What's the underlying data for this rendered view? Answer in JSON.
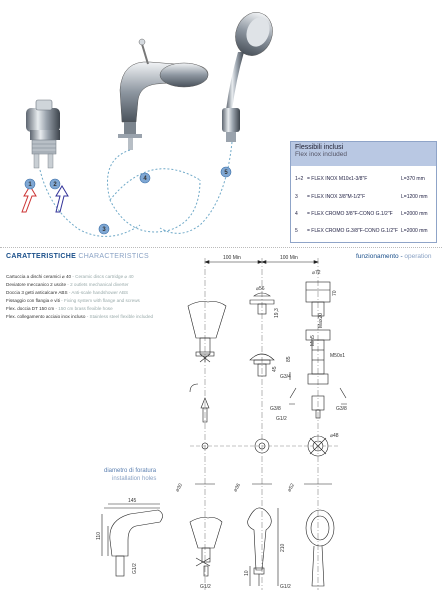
{
  "flex": {
    "title": "Flessibili inclusi",
    "subtitle": "Flex inox included",
    "rows": [
      {
        "n": "1÷2",
        "desc": "= FLEX INOX M10x1-3/8\"F",
        "len": "L=370 mm"
      },
      {
        "n": "3",
        "desc": "= FLEX INOX 3/8\"M-1/2\"F",
        "len": "L=1200 mm"
      },
      {
        "n": "4",
        "desc": "= FLEX CROMO 3/8\"F-CONO G.1/2\"F",
        "len": "L=2000 mm"
      },
      {
        "n": "5",
        "desc": "= FLEX CROMO G.3/8\"F-CONO G.1/2\"F",
        "len": "L=2000 mm"
      }
    ]
  },
  "callouts": [
    "1",
    "2",
    "3",
    "4",
    "5"
  ],
  "features": {
    "title": "CARATTERISTICHE",
    "title_en": "CHARACTERISTICS",
    "items": [
      {
        "it": "Cartuccia a dischi ceramici ⌀ 40",
        "en": "- Ceramic discs cartridge ⌀ 40"
      },
      {
        "it": "Deviatore meccanico 2 uscite",
        "en": "- 2 outlets mechanical diverter"
      },
      {
        "it": "Doccia 3 getti anticalcare ABS",
        "en": "- Anti-scale handshower ABS"
      },
      {
        "it": "Fissaggio con flangia e viti",
        "en": "- Fixing system with flange and screws"
      },
      {
        "it": "Flex. doccia DT 150 cm",
        "en": "- 150 cm brass flexible hose"
      },
      {
        "it": "Flex. collegamento acciaio inox incluso",
        "en": "- Stainless steel flexible included"
      }
    ]
  },
  "operation": {
    "it": "funzionamento",
    "sep": " - ",
    "en": "operation"
  },
  "drill": {
    "it": "diametro di foratura",
    "en": "installation holes"
  },
  "dims": {
    "min1": "100 Min",
    "min2": "100 Min",
    "d72": "⌀72",
    "d56": "⌀56",
    "h70": "70",
    "h193": "19,3",
    "max20": "Max20",
    "min5": "Min5",
    "h85": "85",
    "h45": "45",
    "m50": "M50x1",
    "g34": "G3/4",
    "g38a": "G3/8",
    "g38b": "G3/8",
    "g12a": "G1/2",
    "d48": "⌀48",
    "d30": "⌀30",
    "d36": "⌀36",
    "d52": "⌀52",
    "w145": "145",
    "h110": "110",
    "g12b": "G1/2",
    "g12c": "G1/2",
    "h210": "210",
    "h10": "10",
    "g12d": "G1/2"
  }
}
